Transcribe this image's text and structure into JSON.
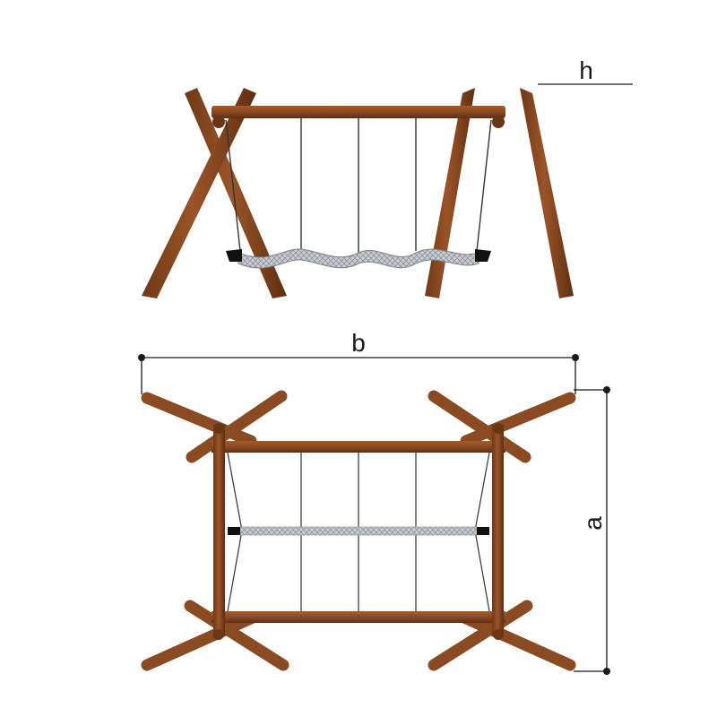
{
  "title": "",
  "labels": {
    "height": "h",
    "width": "b",
    "depth": "a"
  },
  "colors": {
    "wood": "#8a4a22",
    "wood_dark": "#5e2f12",
    "wood_end": "#6b3617",
    "chain": "#333333",
    "seat": "#b8bcc4",
    "seat_end": "#111111",
    "dimension_line": "#1a1a1a"
  }
}
